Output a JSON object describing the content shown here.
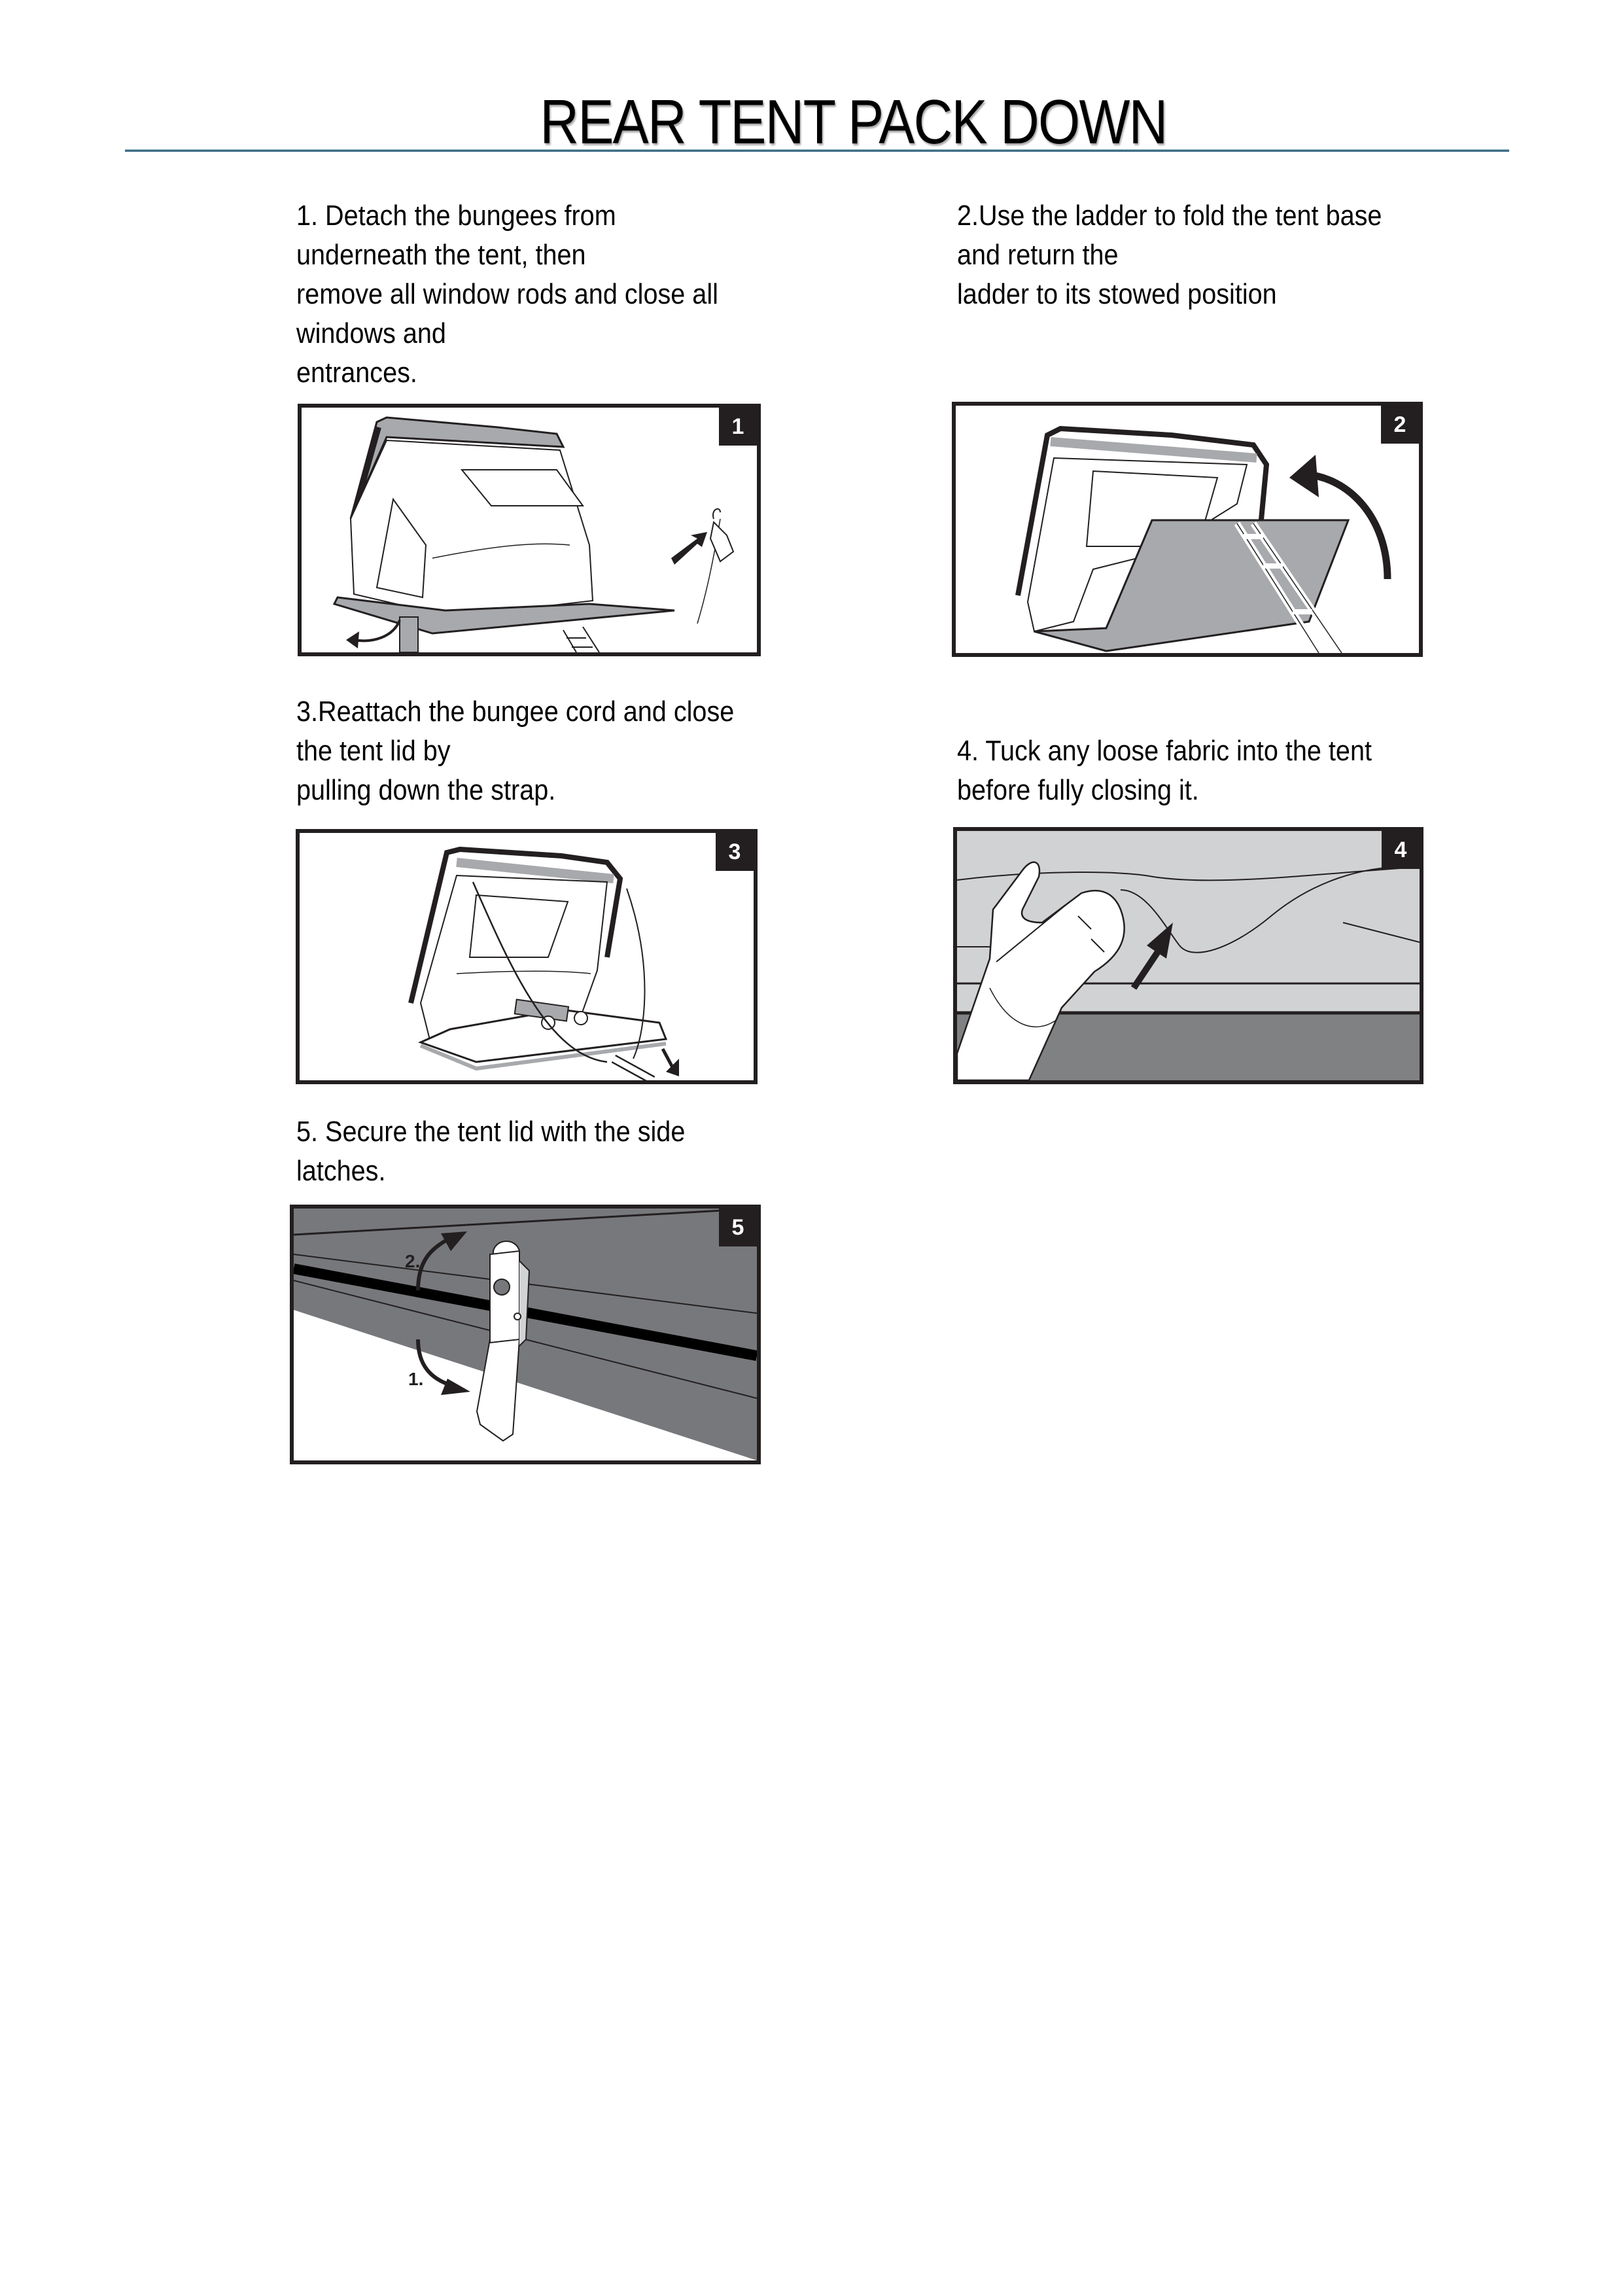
{
  "page": {
    "title": "REAR TENT PACK DOWN",
    "rule_color": "#3e6e85"
  },
  "steps": [
    {
      "number": "1",
      "text": "1. Detach the bungees from\nunderneath the tent, then\nremove all window rods and close all\nwindows and\nentrances.",
      "illustration": "tent-open-detach-bungees"
    },
    {
      "number": "2",
      "text": "2.Use the ladder to fold the tent base\nand return the\nladder to its stowed position",
      "illustration": "fold-tent-base-with-ladder"
    },
    {
      "number": "3",
      "text": "3.Reattach the bungee cord and close\nthe tent lid by\npulling down the strap.",
      "illustration": "close-lid-pull-strap"
    },
    {
      "number": "4",
      "text": "4. Tuck any loose fabric into the tent\nbefore fully closing it.",
      "illustration": "hand-tucking-fabric"
    },
    {
      "number": "5",
      "text": "5. Secure the tent lid with the side\nlatches.",
      "illustration": "side-latch-close",
      "labels": [
        "1.",
        "2."
      ]
    }
  ],
  "colors": {
    "frame_border": "#231f20",
    "badge_bg": "#231f20",
    "fill_light_gray": "#d1d2d4",
    "fill_mid_gray": "#a7a9ac",
    "fill_dark_gray": "#77787b"
  }
}
